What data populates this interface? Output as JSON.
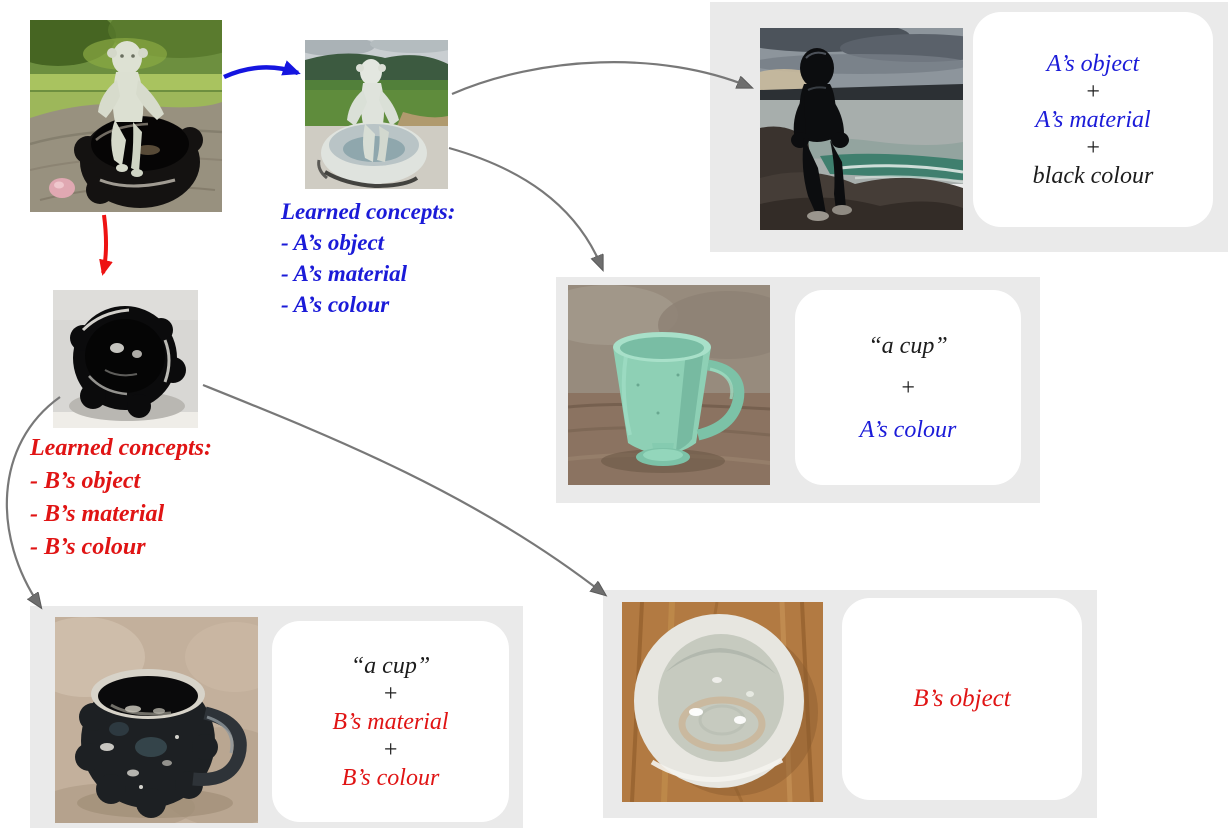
{
  "colors": {
    "blue": "#1b1bd8",
    "red": "#e01414",
    "black": "#1c1c1c",
    "panel_bg": "#eaeaea",
    "card_bg": "#ffffff",
    "arrow_gray": "#787878",
    "arrow_blue": "#1515e0",
    "arrow_red": "#ee1313"
  },
  "learned_a": {
    "title": "Learned concepts:",
    "items": [
      "- A’s object",
      "- A’s material",
      "- A’s colour"
    ]
  },
  "learned_b": {
    "title": "Learned concepts:",
    "items": [
      "- B’s object",
      "- B’s material",
      "- B’s colour"
    ]
  },
  "panels": {
    "top_right": {
      "image_alt": "black glossy statue crouching on seashore rocks",
      "lines": [
        {
          "text": "A’s object",
          "color": "blue"
        },
        {
          "text": "+",
          "color": "black"
        },
        {
          "text": "A’s material",
          "color": "blue"
        },
        {
          "text": "+",
          "color": "black"
        },
        {
          "text": "black colour",
          "color": "black"
        }
      ]
    },
    "middle_right": {
      "image_alt": "mint green ceramic cup on wooden table",
      "lines": [
        {
          "text": "“a cup”",
          "color": "black"
        },
        {
          "text": "+",
          "color": "black"
        },
        {
          "text": "A’s colour",
          "color": "blue"
        }
      ]
    },
    "bottom_left": {
      "image_alt": "black glossy bumpy mug on beige surface",
      "lines": [
        {
          "text": "“a cup”",
          "color": "black"
        },
        {
          "text": "+",
          "color": "black"
        },
        {
          "text": "B’s material",
          "color": "red"
        },
        {
          "text": "+",
          "color": "black"
        },
        {
          "text": "B’s colour",
          "color": "red"
        }
      ]
    },
    "bottom_right": {
      "image_alt": "white ceramic bowl seen from above on wood",
      "lines": [
        {
          "text": "B’s object",
          "color": "red"
        }
      ]
    }
  },
  "sources": {
    "concept_a": "photo A: white monkey figurine sitting on black ceramic bowl outdoors",
    "concept_a_generated": "generated image of concept A: white figurine on pale bowl in field",
    "concept_b": "photo B: black glossy scalloped bowl seen from above"
  }
}
